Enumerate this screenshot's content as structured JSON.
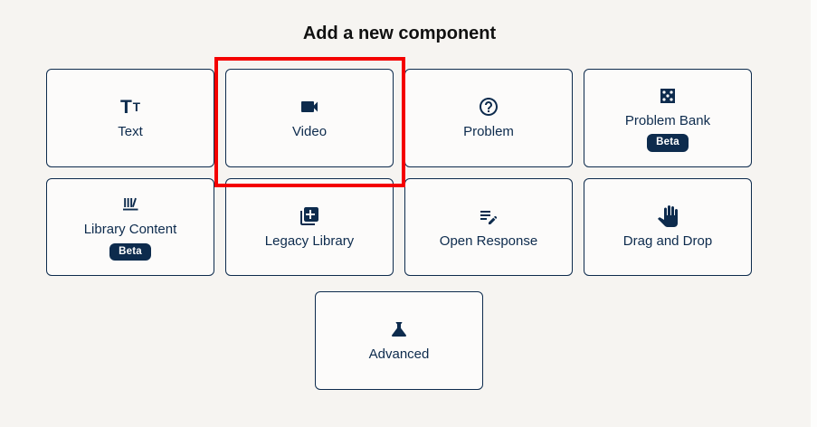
{
  "page": {
    "title": "Add a new component"
  },
  "colors": {
    "background": "#f6f4f1",
    "card_background": "#fcfbfa",
    "navy": "#0d2b4d",
    "highlight_red": "#f40000",
    "title_color": "#111111",
    "badge_text": "#ffffff"
  },
  "text_icon": {
    "glyph_large": "T",
    "glyph_small": "T"
  },
  "cards": [
    {
      "id": "text",
      "label": "Text",
      "icon": "text-format-icon"
    },
    {
      "id": "video",
      "label": "Video",
      "icon": "video-camera-icon",
      "highlighted": true
    },
    {
      "id": "problem",
      "label": "Problem",
      "icon": "question-circle-icon"
    },
    {
      "id": "problem-bank",
      "label": "Problem Bank",
      "icon": "dice-icon",
      "badge": "Beta"
    },
    {
      "id": "library-content",
      "label": "Library Content",
      "icon": "books-shelf-icon",
      "badge": "Beta"
    },
    {
      "id": "legacy-library",
      "label": "Legacy Library",
      "icon": "library-add-icon"
    },
    {
      "id": "open-response",
      "label": "Open Response",
      "icon": "edit-note-icon"
    },
    {
      "id": "drag-and-drop",
      "label": "Drag and Drop",
      "icon": "hand-icon"
    },
    {
      "id": "advanced",
      "label": "Advanced",
      "icon": "flask-icon"
    }
  ]
}
